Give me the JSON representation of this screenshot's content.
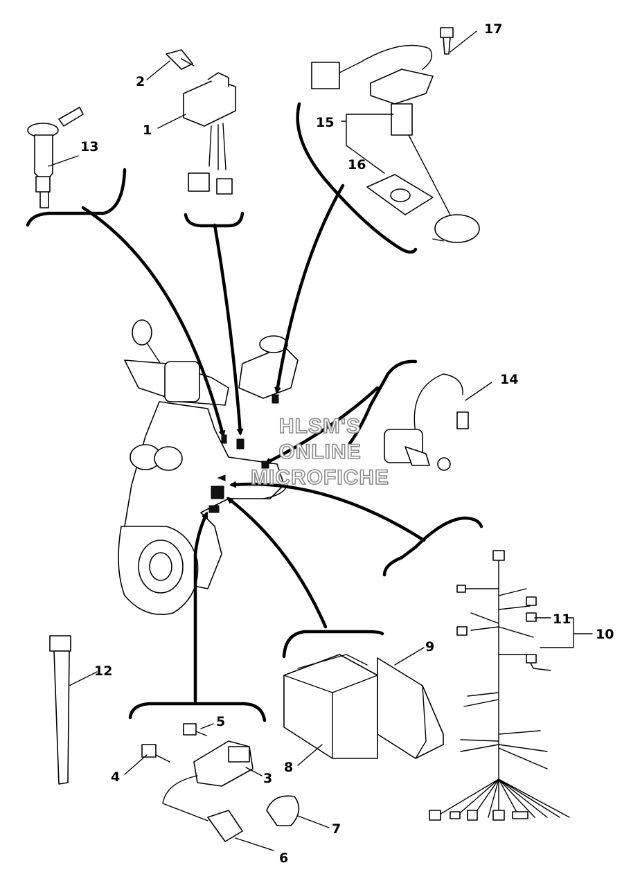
{
  "watermark": {
    "line1": "HLSM'S",
    "line2": "ONLINE",
    "line3": "MICROFICHE"
  },
  "callouts": [
    {
      "id": "1",
      "label": "1"
    },
    {
      "id": "2",
      "label": "2"
    },
    {
      "id": "3",
      "label": "3"
    },
    {
      "id": "4",
      "label": "4"
    },
    {
      "id": "5",
      "label": "5"
    },
    {
      "id": "6",
      "label": "6"
    },
    {
      "id": "7",
      "label": "7"
    },
    {
      "id": "8",
      "label": "8"
    },
    {
      "id": "9",
      "label": "9"
    },
    {
      "id": "10",
      "label": "10"
    },
    {
      "id": "11",
      "label": "11"
    },
    {
      "id": "12",
      "label": "12"
    },
    {
      "id": "13",
      "label": "13"
    },
    {
      "id": "14",
      "label": "14"
    },
    {
      "id": "15",
      "label": "15"
    },
    {
      "id": "16",
      "label": "16"
    },
    {
      "id": "17",
      "label": "17"
    }
  ]
}
